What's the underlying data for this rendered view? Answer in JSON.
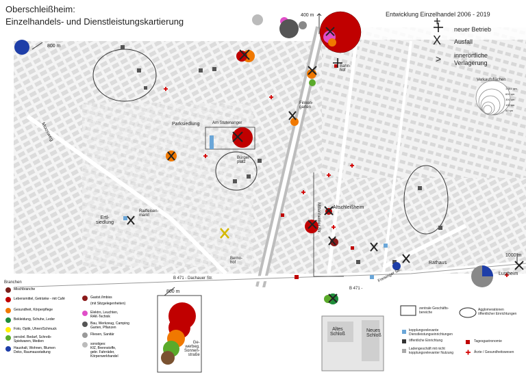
{
  "header": {
    "title_line1": "Oberschleißheim:",
    "title_line2": "Einzelhandels- und Dienstleistungskartierung",
    "right_title": "Entwicklung Einzelhandel 2006 - 2019"
  },
  "development_legend": {
    "new_symbol": "+",
    "new_label": "neuer Betrieb",
    "closed_symbol": "X",
    "closed_label": "Ausfall",
    "moved_symbol": ">",
    "moved_label_line1": "innerörtliche",
    "moved_label_line2": "Verlagerung"
  },
  "size_legend": {
    "title": "Verkaufsflächen",
    "values": [
      "1.000 qm",
      "600 qm",
      "300 qm",
      "100 qm",
      "50 qm"
    ]
  },
  "distance_labels": {
    "top_left": "800 m",
    "top_center": "400 m",
    "bottom_right": "1000 m",
    "bottom_inset": "800 m"
  },
  "map_labels": {
    "moosweg": "Moosweg",
    "bahnhof": "Bahn-\nhof",
    "finkengarten": "Finken-\ngarten",
    "parksiedlung": "Parksiedlung",
    "am_stutenanger": "Am Stutenanger",
    "buergerplatz": "Bürger-\nplatz",
    "ertl_siedlung": "Ertl-\nsiedlung",
    "raiffeisenmarkt": "Raiffeisen-\nmarkt",
    "bernohof": "Berno-\nhof",
    "mittenheimer_str": "Mittenheimer Str.",
    "altschleissheim": "Altschleißheim",
    "freisinger_str": "Freisinger Str.",
    "rathaus": "Rathaus",
    "lustheim": "Lustheim",
    "b471_dachauer": "B 471 - Dachauer Str.",
    "b471": "B 471 -",
    "altes_schloss": "Altes\nSchloß",
    "neues_schloss": "Neues\nSchloß",
    "gewerbegebiet": "Ge-\nwerbeg.\nSonnen-\nstraße"
  },
  "branchen": {
    "title": "Branchen",
    "items": [
      {
        "label": "Mischbranche",
        "color": "#7a1f1a"
      },
      {
        "label": "Lebensmittel, Getränke - mit Café",
        "color": "#c00000"
      },
      {
        "label": "Gesundheit, Körperpflege",
        "color": "#f07800"
      },
      {
        "label": "Bekleidung, Schuhe, Leder",
        "color": "#1e8c3a"
      },
      {
        "label": "Foto, Optik, Uhren/Schmuck",
        "color": "#ffee00"
      },
      {
        "label": "persönl. Bedarf, Schreib-\nSpielwaren, Medien",
        "color": "#5aaa2a"
      },
      {
        "label": "Haushalt, Wohnen, Blumen\nDeko, Raumausstattung",
        "color": "#1e3ea8"
      }
    ],
    "items_col2": [
      {
        "label": "Gastst./Imbiss",
        "color": "#8b1a1a"
      },
      {
        "label": "(mit Sitzgelegenheiten)",
        "color": ""
      },
      {
        "label": "Elektro, Leuchten,\nRAK-Technik",
        "color": "#e04ec8"
      },
      {
        "label": "Bau, Werkzeug, Camping\nGarten, Pflanzen",
        "color": "#555555"
      },
      {
        "label": "Fliesen, Sanitär",
        "color": "#999999"
      },
      {
        "label": "sonstiges:\nKfZ, Brennstoffe,\ngebr. Fahrräder,\nKörperwerkhandel",
        "color": "#bbbbbb"
      }
    ]
  },
  "legend_right": {
    "items": [
      {
        "label": "zentrale Geschäfts-\nbereiche",
        "type": "outline-rect"
      },
      {
        "label": "kopplungsrelevante\nDienstleistungseinrichtungen",
        "type": "blue-square"
      },
      {
        "label": "öffentliche Einrichtung",
        "type": "dark-square"
      },
      {
        "label": "Ladengeschäft mit nicht\nkopplungsrelevanter Nutzung",
        "type": "grey-square"
      },
      {
        "label": "Agglomerationen\nöffentlicher Einrichtungen",
        "type": "ellipse"
      },
      {
        "label": "Tagesgastronomie",
        "type": "red-square"
      },
      {
        "label": "Ärzte / Gesundheitswesen",
        "type": "red-cross"
      }
    ]
  },
  "colors": {
    "street": "#ffffff",
    "block": "#e9e9e9",
    "building": "#cfcfcf",
    "rail": "#b8b8b8",
    "water": "#6aa6d8"
  }
}
